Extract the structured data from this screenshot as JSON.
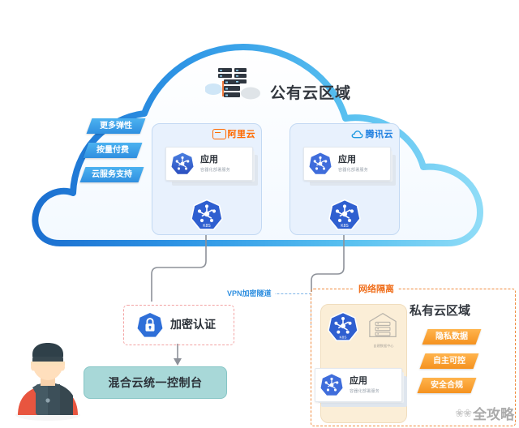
{
  "diagram": {
    "title": "公有云区域",
    "public_cloud": {
      "title": "公有云区域",
      "rack_icon": "server-rack-icon",
      "benefit_ribbons": [
        {
          "label": "更多弹性"
        },
        {
          "label": "按量付费"
        },
        {
          "label": "云服务支持"
        }
      ],
      "providers": [
        {
          "id": "aliyun",
          "logo_text": "阿里云",
          "logo_icon": "alibaba-cloud-logo",
          "logo_color": "#ff6a00",
          "app_card": {
            "title": "应用",
            "subtitle": "容器化部署服务",
            "icon": "kubernetes-icon"
          },
          "platform_icon": "kubernetes-icon",
          "platform_label": "K8S"
        },
        {
          "id": "tencent",
          "logo_text": "腾讯云",
          "logo_icon": "tencent-cloud-logo",
          "logo_color": "#1f7fe0",
          "app_card": {
            "title": "应用",
            "subtitle": "容器化部署服务",
            "icon": "kubernetes-icon"
          },
          "platform_icon": "kubernetes-icon",
          "platform_label": "K8S"
        }
      ]
    },
    "connection": {
      "vpn_label": "VPN加密隧道",
      "encryption": {
        "label": "加密认证",
        "icon": "lock-shield-icon"
      }
    },
    "private_cloud": {
      "isolation_label": "网络隔离",
      "title": "私有云区域",
      "platform_icon": "kubernetes-icon",
      "platform_label": "K8S",
      "datacenter_icon": "datacenter-icon",
      "datacenter_caption": "自建数据中心",
      "app_card": {
        "title": "应用",
        "subtitle": "容器化部署服务",
        "icon": "kubernetes-icon"
      },
      "benefit_ribbons": [
        {
          "label": "隐私数据"
        },
        {
          "label": "自主可控"
        },
        {
          "label": "安全合规"
        }
      ]
    },
    "console": {
      "label": "混合云统一控制台",
      "operator_icon": "operator-avatar-icon"
    },
    "watermark": "全攻略",
    "colors": {
      "cloud_stroke_start": "#1f7fe0",
      "cloud_stroke_end": "#7fd4f5",
      "ribbon_blue": "#2f8fe0",
      "ribbon_orange": "#f5921f",
      "panel_blue_bg": "#e8f1fd",
      "panel_private_bg": "#fbeed7",
      "console_bg": "#a8d8d8",
      "kubernetes_blue": "#2f5fd0"
    }
  }
}
